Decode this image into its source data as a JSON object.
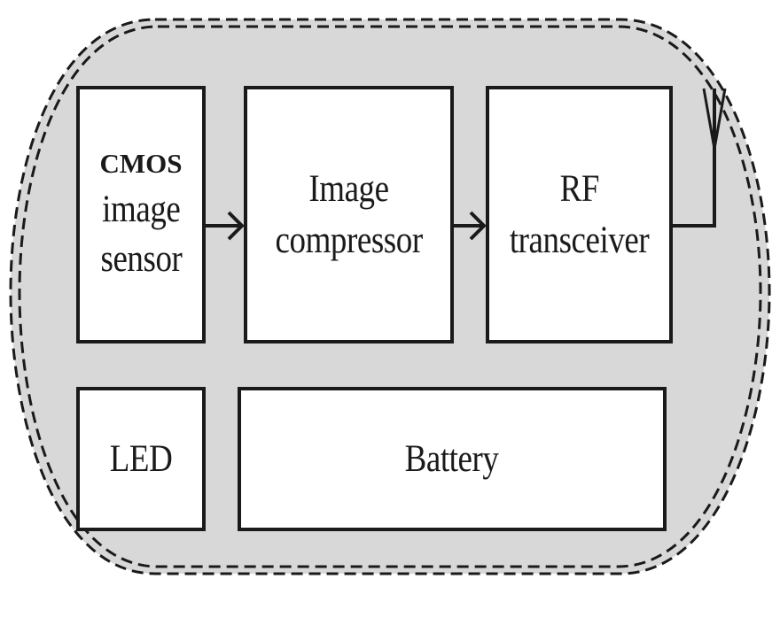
{
  "blocks": {
    "sensor": {
      "heading": "CMOS",
      "line1": "image",
      "line2": "sensor"
    },
    "compressor": {
      "line1": "Image",
      "line2": "compressor"
    },
    "rf": {
      "line1": "RF",
      "line2": "transceiver"
    },
    "led": {
      "label": "LED"
    },
    "battery": {
      "label": "Battery"
    }
  },
  "colors": {
    "enclosure_fill": "#d8d8d8",
    "line": "#1a1a1a",
    "box_fill": "#ffffff"
  },
  "icons": {
    "antenna": "antenna-icon",
    "arrow": "arrow-right-icon"
  }
}
